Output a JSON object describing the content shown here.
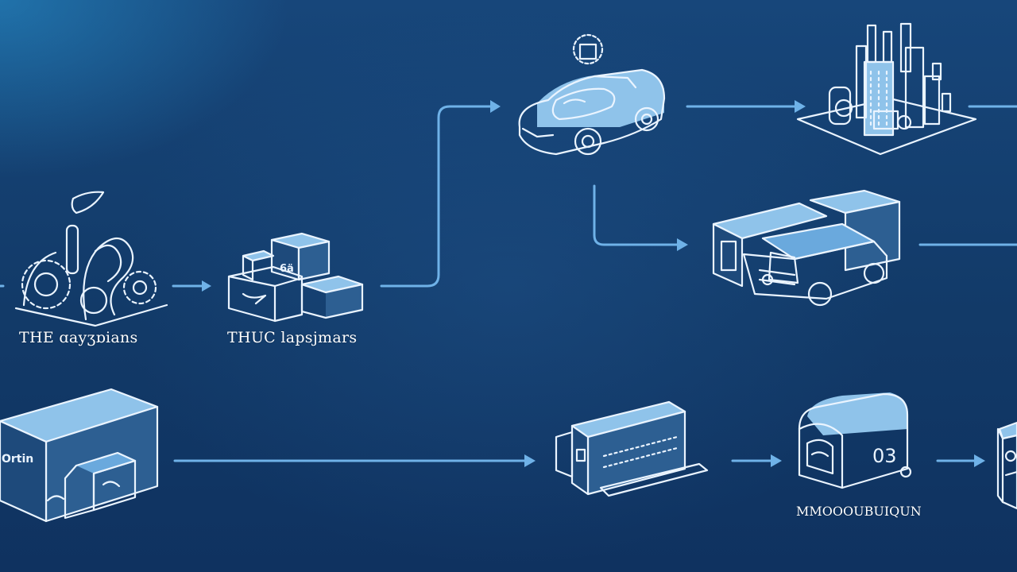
{
  "labels": {
    "node1": "THE ɑayʒɒians",
    "node2": "THUC lapsjmars",
    "node3": "MMOOOUBUIQUN"
  },
  "colors": {
    "background": "#143f70",
    "glow": "#2a96d2",
    "arrow": "#6fb2e8",
    "outline": "#eaf4ff",
    "iconFill": "#8fc3ea"
  },
  "icons": [
    "factory-gears-icon",
    "boxes-icon",
    "car-icon",
    "city-icon",
    "truck-warehouse-icon",
    "warehouse-icon",
    "shipping-container-icon",
    "store-icon",
    "package-icon"
  ]
}
